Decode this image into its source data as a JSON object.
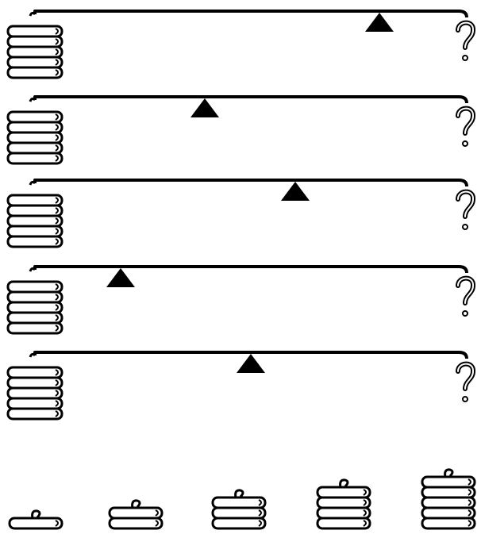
{
  "puzzle": {
    "rows": [
      {
        "weight_layers": 5,
        "unknown_label": "?"
      },
      {
        "weight_layers": 5,
        "unknown_label": "?"
      },
      {
        "weight_layers": 5,
        "unknown_label": "?"
      },
      {
        "weight_layers": 5,
        "unknown_label": "?"
      },
      {
        "weight_layers": 5,
        "unknown_label": "?"
      }
    ],
    "answer_options": [
      {
        "layers": 1
      },
      {
        "layers": 2
      },
      {
        "layers": 3
      },
      {
        "layers": 4
      },
      {
        "layers": 5
      }
    ]
  },
  "colors": {
    "ink": "#000000",
    "paper": "#ffffff"
  }
}
